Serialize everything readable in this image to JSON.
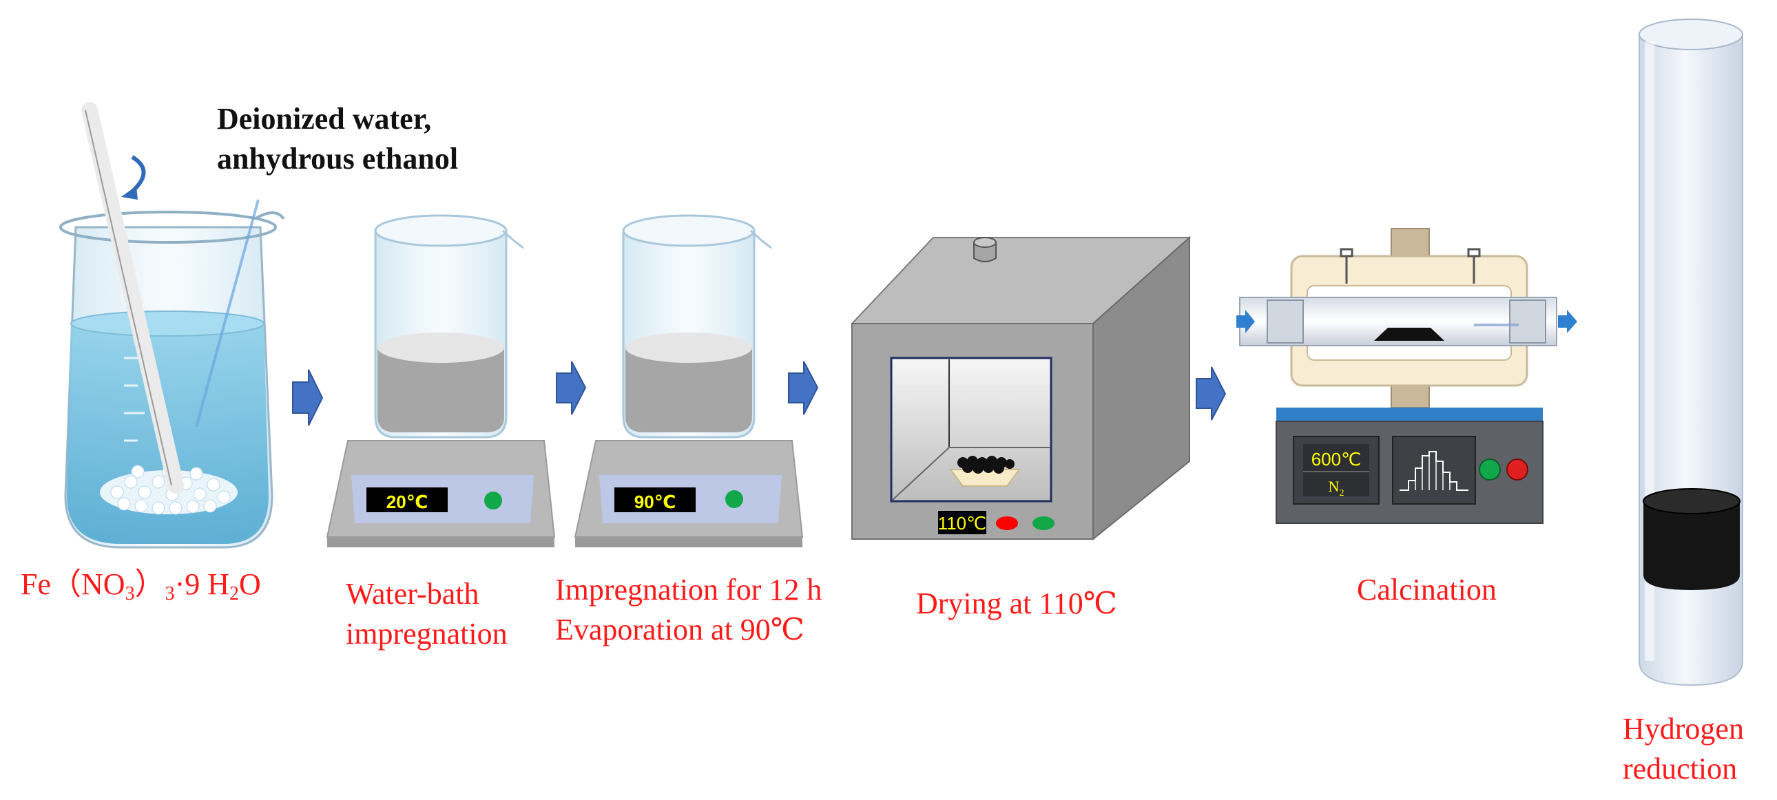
{
  "solvent_note": {
    "line1": "Deionized water,",
    "line2": "anhydrous ethanol"
  },
  "precursor": {
    "fe": "Fe（NO",
    "sub3a": "3",
    "paren": "）",
    "sub3b": "3",
    "dot9": "·9 H",
    "sub2": "2",
    "o": "O"
  },
  "steps": {
    "water_bath": {
      "line1": "Water-bath",
      "line2": "impregnation",
      "display": "20℃"
    },
    "impregnation": {
      "line1": "Impregnation for 12 h",
      "line2": "Evaporation at 90℃",
      "display": "90℃"
    },
    "drying": {
      "label": "Drying at 110℃",
      "display": "110℃"
    },
    "calcination": {
      "label": "Calcination",
      "display_temp": "600℃",
      "display_gas_n": "N",
      "display_gas_sub": "2"
    },
    "reduction": {
      "line1": "Hydrogen",
      "line2": "reduction"
    }
  },
  "colors": {
    "label_red": "#ff1a1a",
    "arrow_blue": "#4472c4",
    "water_blue": "#7fc6e3",
    "oven_gray": "#a6a6a6",
    "display_yellow": "#ffff00"
  },
  "icons": [
    "stir-rotation-arrow-icon",
    "flow-arrow-icon",
    "gas-inlet-arrow-icon",
    "gas-outlet-arrow-icon"
  ]
}
